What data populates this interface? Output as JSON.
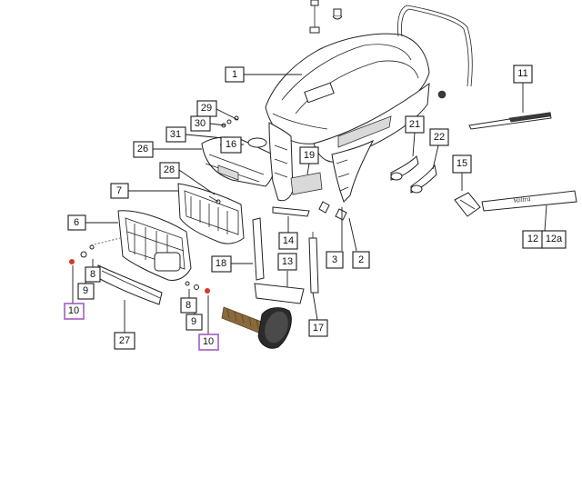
{
  "callouts": [
    {
      "id": "c1",
      "label": "1",
      "highlight": false
    },
    {
      "id": "c2",
      "label": "2",
      "highlight": false
    },
    {
      "id": "c3",
      "label": "3",
      "highlight": false
    },
    {
      "id": "c6",
      "label": "6",
      "highlight": false
    },
    {
      "id": "c7",
      "label": "7",
      "highlight": false
    },
    {
      "id": "c8a",
      "label": "8",
      "highlight": false
    },
    {
      "id": "c8b",
      "label": "8",
      "highlight": false
    },
    {
      "id": "c9a",
      "label": "9",
      "highlight": false
    },
    {
      "id": "c9b",
      "label": "9",
      "highlight": false
    },
    {
      "id": "c10a",
      "label": "10",
      "highlight": true
    },
    {
      "id": "c10b",
      "label": "10",
      "highlight": true
    },
    {
      "id": "c11",
      "label": "11",
      "highlight": false
    },
    {
      "id": "c12",
      "label": "12",
      "highlight": false
    },
    {
      "id": "c12a",
      "label": "12a",
      "highlight": false
    },
    {
      "id": "c13",
      "label": "13",
      "highlight": false
    },
    {
      "id": "c14",
      "label": "14",
      "highlight": false
    },
    {
      "id": "c15",
      "label": "15",
      "highlight": false
    },
    {
      "id": "c16",
      "label": "16",
      "highlight": false
    },
    {
      "id": "c17",
      "label": "17",
      "highlight": false
    },
    {
      "id": "c18",
      "label": "18",
      "highlight": false
    },
    {
      "id": "c19",
      "label": "19",
      "highlight": false
    },
    {
      "id": "c21",
      "label": "21",
      "highlight": false
    },
    {
      "id": "c22",
      "label": "22",
      "highlight": false
    },
    {
      "id": "c26",
      "label": "26",
      "highlight": false
    },
    {
      "id": "c27",
      "label": "27",
      "highlight": false
    },
    {
      "id": "c28",
      "label": "28",
      "highlight": false
    },
    {
      "id": "c29",
      "label": "29",
      "highlight": false
    },
    {
      "id": "c30",
      "label": "30",
      "highlight": false
    },
    {
      "id": "c31",
      "label": "31",
      "highlight": false
    }
  ],
  "decal_text": "Valtra",
  "colors": {
    "highlight": "#a35bbf",
    "fastener_red": "#d23a2a"
  }
}
